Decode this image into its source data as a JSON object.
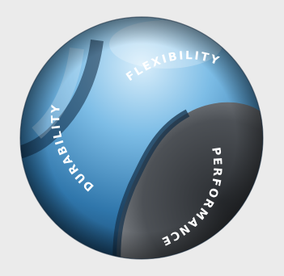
{
  "emblem": {
    "segments": [
      {
        "label": "FLEXIBILITY"
      },
      {
        "label": "DURABILITY"
      },
      {
        "label": "PERFORMANCE"
      }
    ]
  },
  "colors": {
    "background": "#ebebeb",
    "blue_light": "#d4ebfa",
    "blue_mid": "#64aadb",
    "blue_dark": "#0e3152",
    "gray_light": "#969aa0",
    "gray_dark": "#1d2024",
    "label": "#ffffff"
  }
}
